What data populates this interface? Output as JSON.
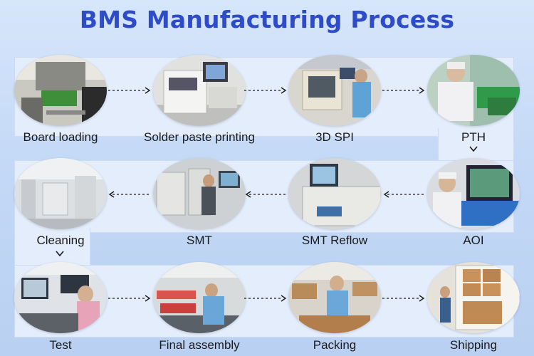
{
  "title": "BMS Manufacturing Process",
  "steps": [
    {
      "label": "Board loading"
    },
    {
      "label": "Solder paste printing"
    },
    {
      "label": "3D SPI"
    },
    {
      "label": "PTH"
    },
    {
      "label": "AOI"
    },
    {
      "label": "SMT Reflow"
    },
    {
      "label": "SMT"
    },
    {
      "label": "Cleaning"
    },
    {
      "label": "Test"
    },
    {
      "label": "Final assembly"
    },
    {
      "label": "Packing"
    },
    {
      "label": "Shipping"
    }
  ],
  "colors": {
    "title": "#2f4cc8",
    "background": "#c9dcf6",
    "arrow": "#1a1a1a"
  }
}
